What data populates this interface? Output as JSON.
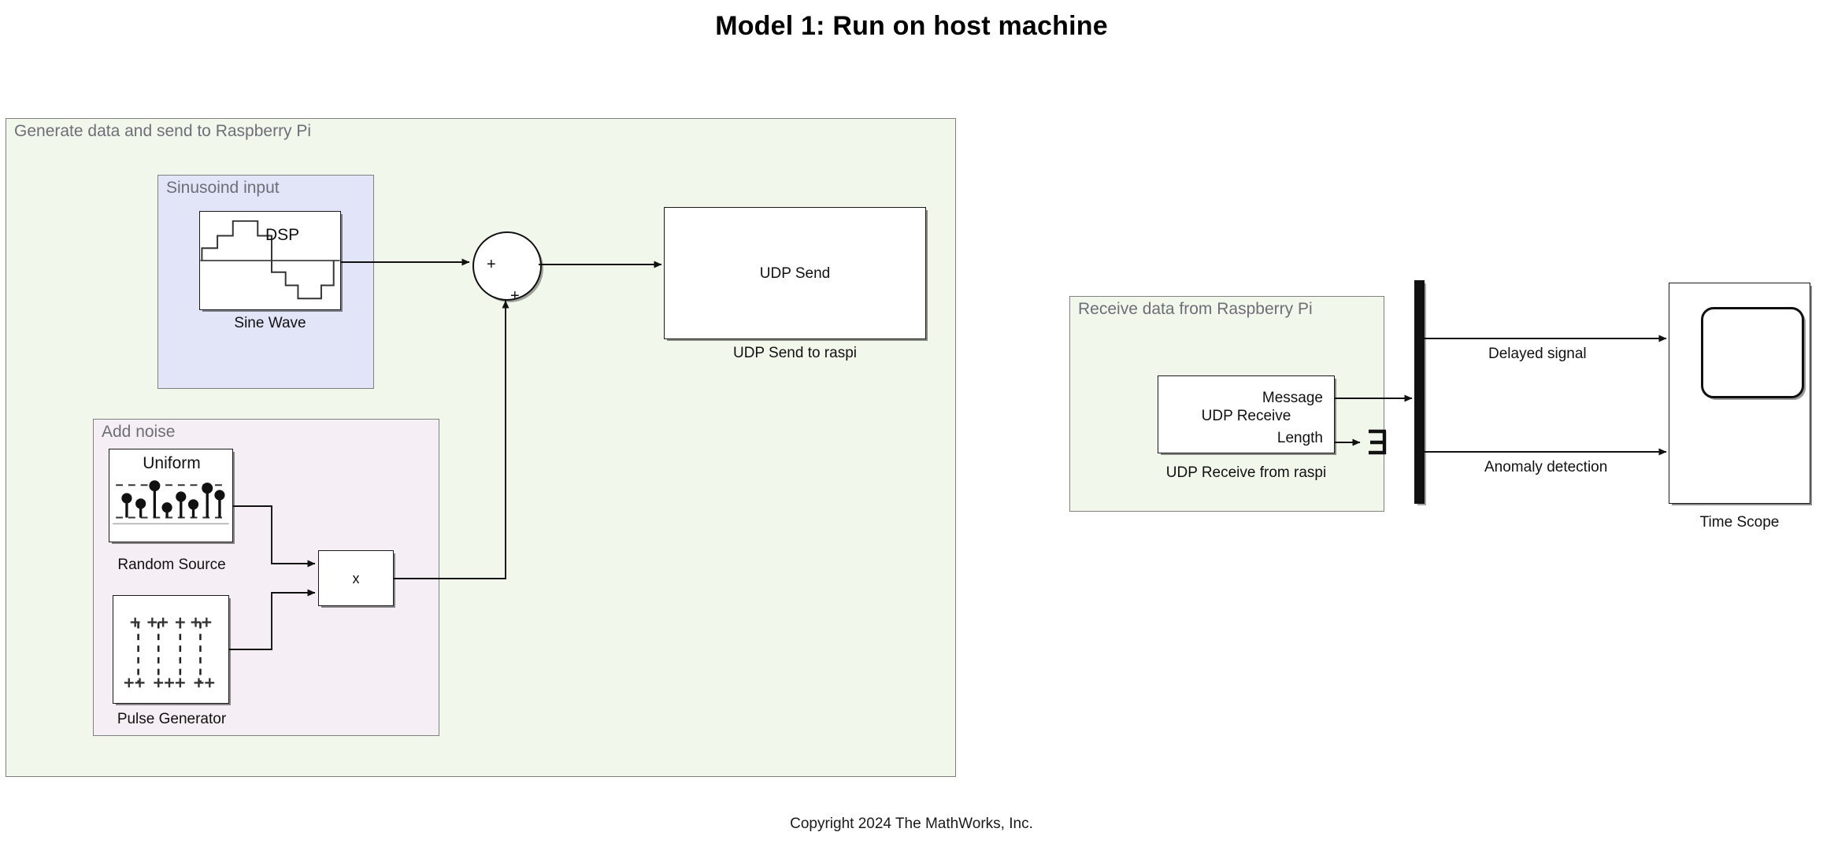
{
  "page": {
    "title": "Model 1: Run on host machine",
    "copyright": "Copyright 2024 The MathWorks, Inc."
  },
  "colors": {
    "generate_area_bg": "#f2f7ec",
    "sinusoid_area_bg": "#e2e4f7",
    "addnoise_area_bg": "#f6eef5",
    "receive_area_bg": "#f2f7ec",
    "area_border": "#808080",
    "area_label_text": "#6e6e78",
    "block_border": "#1a1a1a",
    "block_fill": "#ffffff",
    "signal_line": "#111111"
  },
  "areas": {
    "generate": {
      "label": "Generate data and send to Raspberry Pi"
    },
    "sinusoid": {
      "label": "Sinusoind input"
    },
    "add_noise": {
      "label": "Add noise"
    },
    "receive": {
      "label": "Receive data from Raspberry Pi"
    }
  },
  "blocks": {
    "sine_wave": {
      "name": "Sine Wave",
      "icon_text": "DSP",
      "icon": "stepped-sine-icon"
    },
    "random_source": {
      "name": "Random Source",
      "icon_text": "Uniform",
      "icon": "stem-plot-icon"
    },
    "pulse_generator": {
      "name": "Pulse Generator",
      "icon_text": "",
      "icon": "pulse-train-icon"
    },
    "product": {
      "name": "",
      "icon_text": "x",
      "icon": "product-icon"
    },
    "sum": {
      "name": "",
      "signs": [
        "+",
        "+"
      ],
      "icon": "sum-junction-icon"
    },
    "udp_send": {
      "name": "UDP Send to raspi",
      "icon_text": "UDP Send",
      "icon": "udp-send-icon"
    },
    "udp_receive": {
      "name": "UDP Receive from raspi",
      "icon_text": "UDP Receive",
      "ports": {
        "out1": "Message",
        "out2": "Length"
      },
      "icon": "udp-receive-icon"
    },
    "terminator": {
      "name": "",
      "icon": "terminator-icon"
    },
    "demux": {
      "name": "",
      "icon": "demux-icon"
    },
    "time_scope": {
      "name": "Time Scope",
      "icon": "scope-screen-icon"
    }
  },
  "signals": {
    "delayed": "Delayed signal",
    "anomaly": "Anomaly detection"
  }
}
